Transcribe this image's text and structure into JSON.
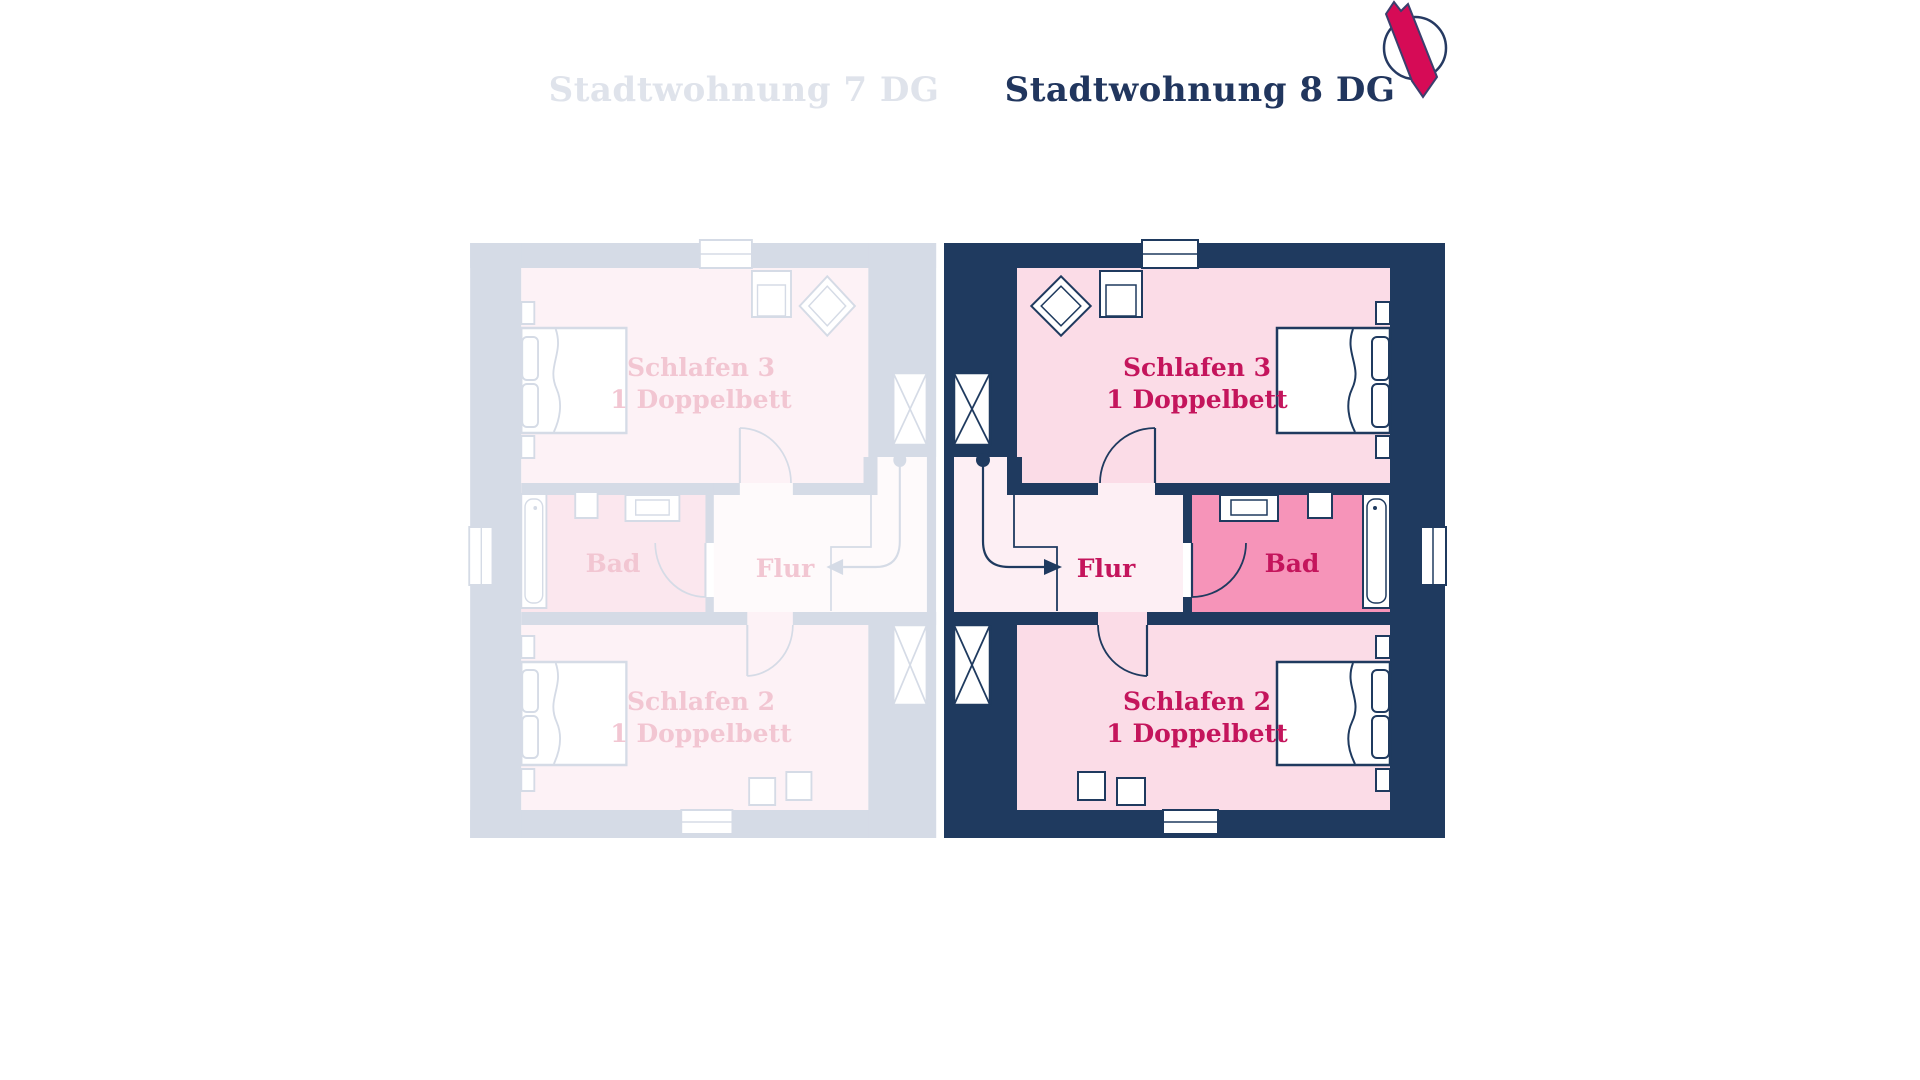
{
  "header": {
    "tabs": [
      {
        "id": "stadtwohnung-7-dg",
        "label": "Stadtwohnung 7 DG",
        "active": false
      },
      {
        "id": "stadtwohnung-8-dg",
        "label": "Stadtwohnung 8 DG",
        "active": true
      }
    ]
  },
  "logo": {
    "icon": "ribbon-circle-brand-mark"
  },
  "floorplans": {
    "inactive": {
      "title": "Stadtwohnung 7 DG",
      "state": "inactive",
      "rooms": {
        "schlafen3": {
          "name": "Schlafen 3",
          "caption": "1 Doppelbett"
        },
        "flur": {
          "name": "Flur"
        },
        "bad": {
          "name": "Bad"
        },
        "schlafen2": {
          "name": "Schlafen 2",
          "caption": "1 Doppelbett"
        }
      }
    },
    "active": {
      "title": "Stadtwohnung 8 DG",
      "state": "active",
      "rooms": {
        "schlafen3": {
          "name": "Schlafen 3",
          "caption": "1 Doppelbett"
        },
        "flur": {
          "name": "Flur"
        },
        "bad": {
          "name": "Bad"
        },
        "schlafen2": {
          "name": "Schlafen 2",
          "caption": "1 Doppelbett"
        }
      }
    }
  },
  "colors": {
    "active_wall": "#1f3a5f",
    "active_bedroom": "#fbdce7",
    "active_hall": "#fdeff4",
    "active_bath": "#f694b9",
    "active_label": "#c4155c",
    "inactive_wall": "#d5dbe6",
    "inactive_bedroom": "#fdf2f6",
    "inactive_hall": "#fefafb",
    "inactive_bath": "#fbe7ee",
    "inactive_label": "#f2c6d2",
    "heading_active": "#21365e",
    "heading_inactive": "#dfe3eb",
    "logo_ribbon": "#d60b56",
    "logo_circle": "#263a62",
    "logo_outline": "#3b3f6d"
  }
}
